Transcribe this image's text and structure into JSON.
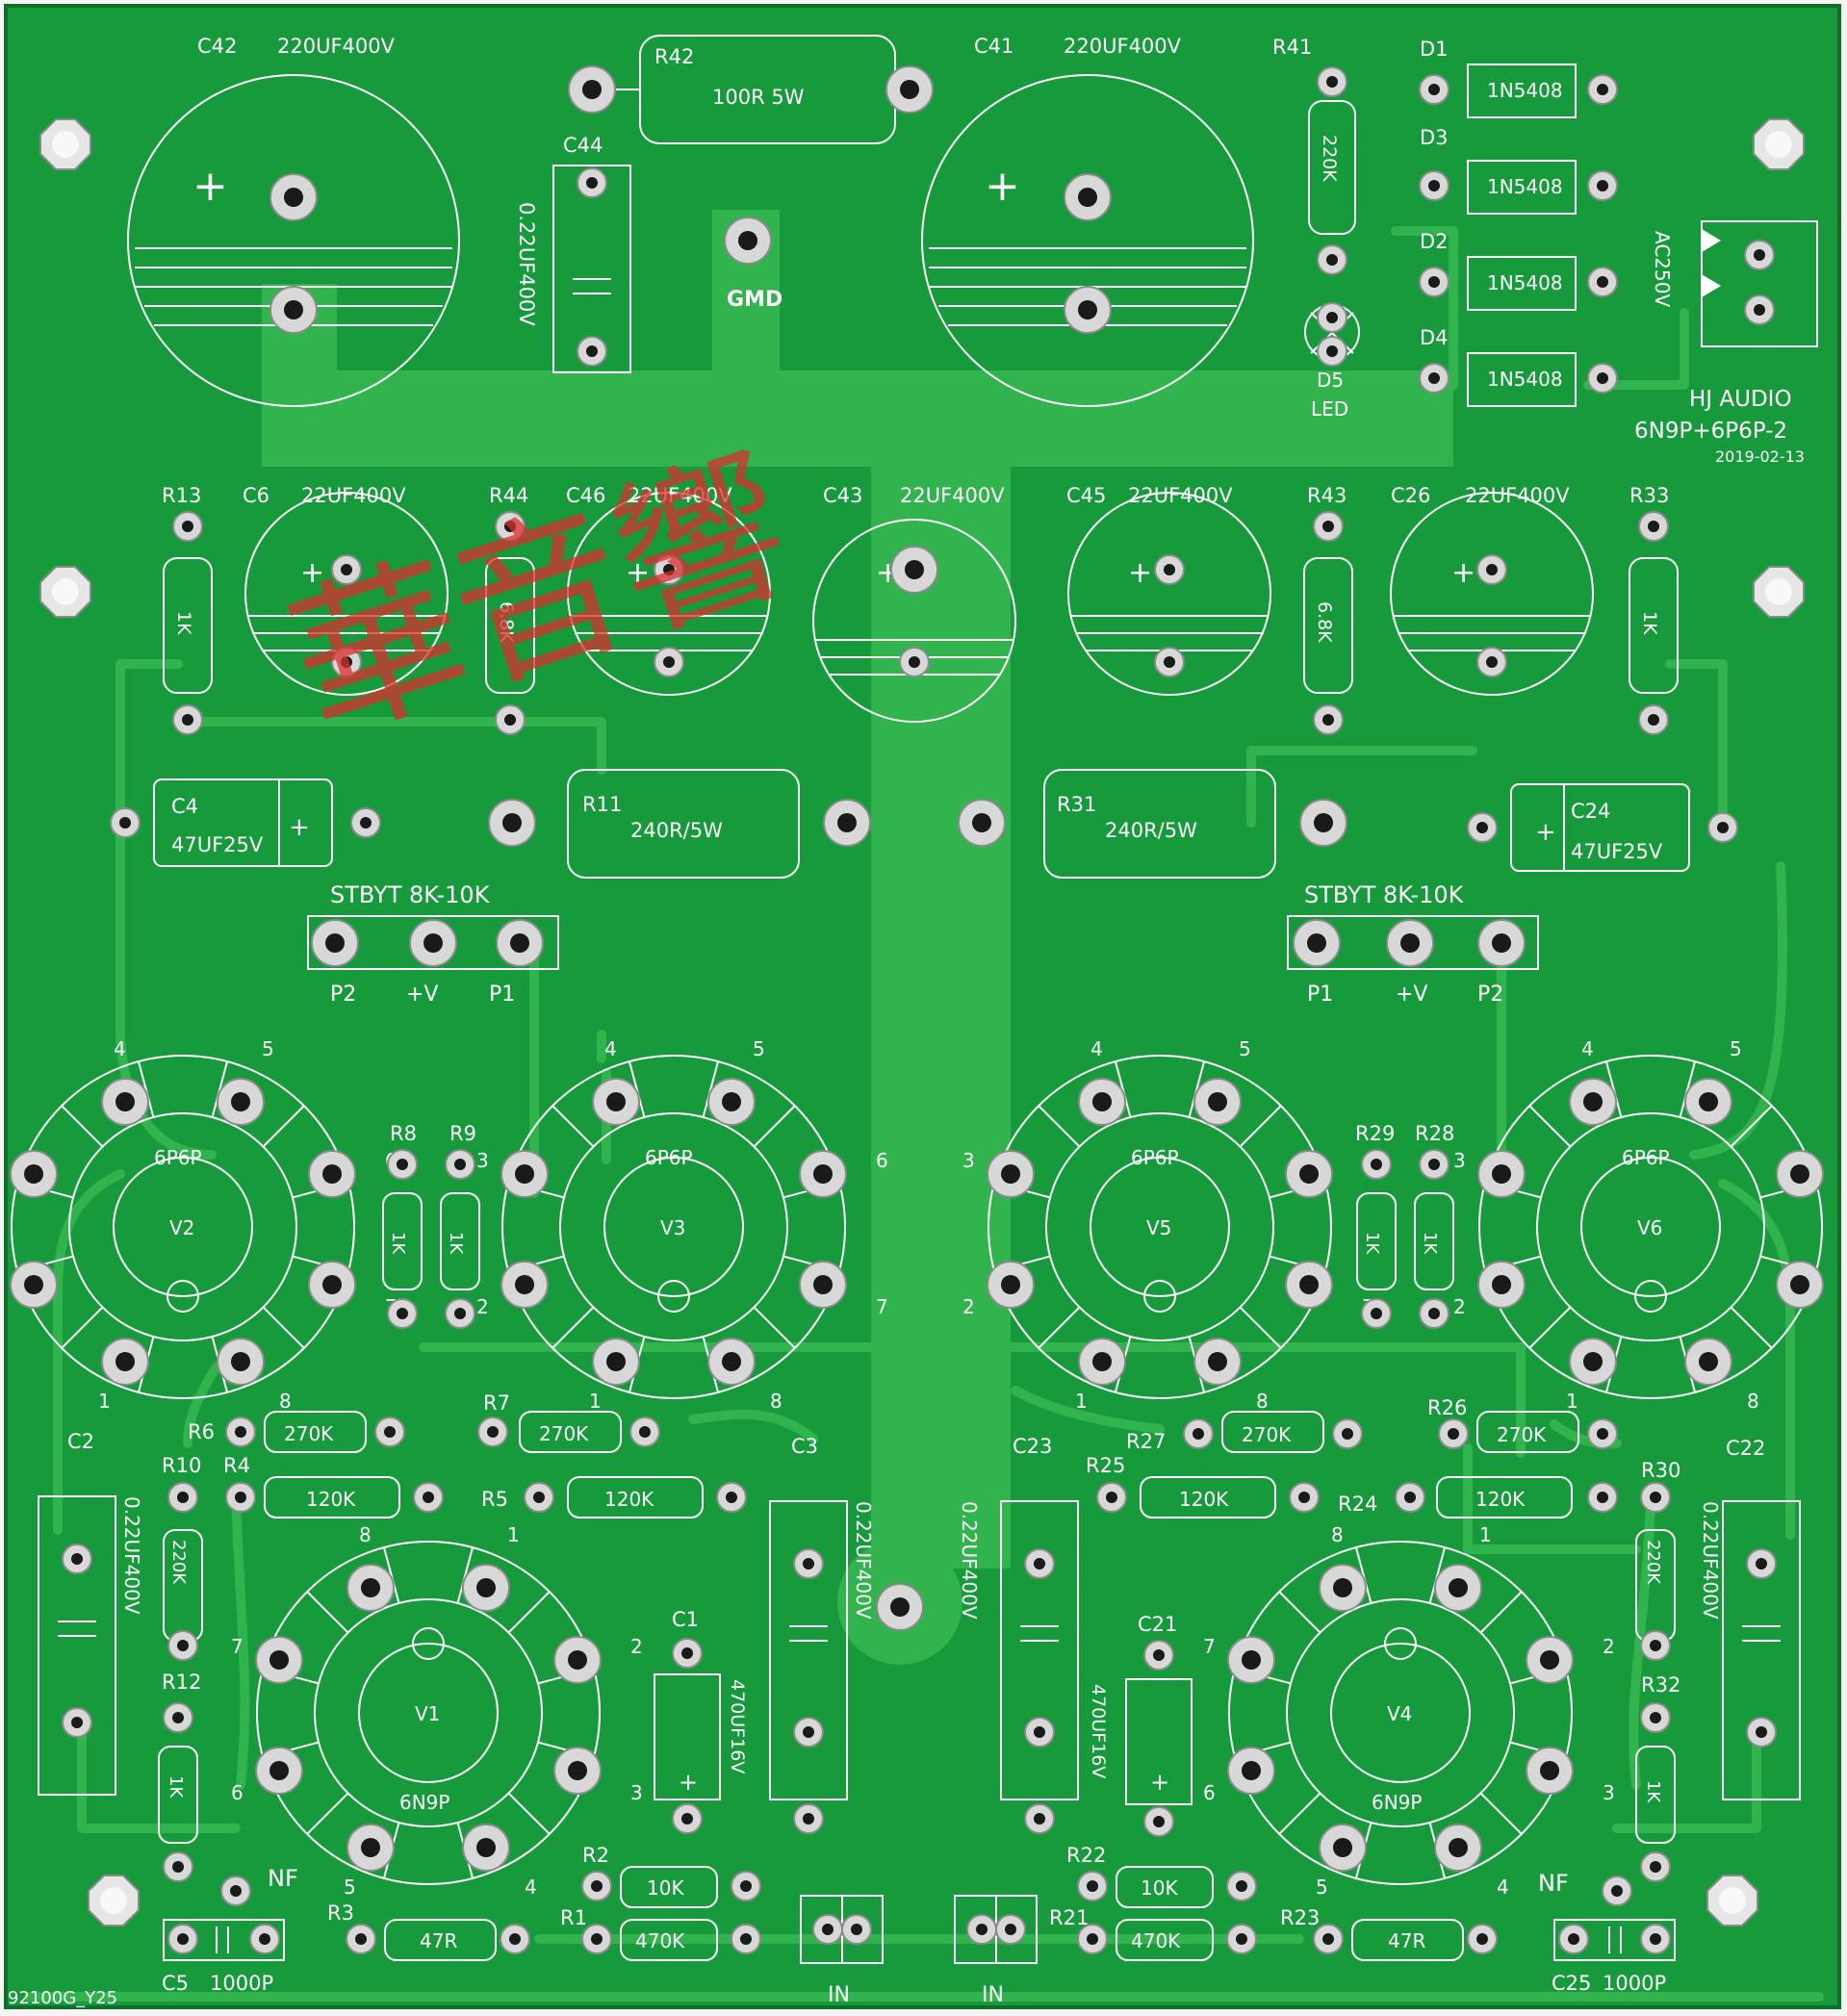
{
  "colors": {
    "board": "#169a3c",
    "trace": "#31b34e",
    "silk": "#ffffff",
    "pad": "#d8d8d8",
    "watermark": "#d8302e"
  },
  "board": {
    "title": "HJ AUDIO",
    "model": "6N9P+6P6P-2",
    "date": "2019-02-13",
    "code": "92100G_Y25",
    "gnd": "GMD",
    "ac": "AC250V",
    "watermark": "華音響"
  },
  "top": {
    "c42": "C42",
    "c42v": "220UF400V",
    "c41": "C41",
    "c41v": "220UF400V",
    "r42": "R42",
    "r42v": "100R 5W",
    "c44": "C44",
    "c44v": "0.22UF400V",
    "r41": "R41",
    "r41v": "220K",
    "d1": "D1",
    "d2": "D2",
    "d3": "D3",
    "d4": "D4",
    "diode": "1N5408",
    "d5": "D5",
    "led": "LED"
  },
  "mid": {
    "r13": "R13",
    "r13v": "1K",
    "c6": "C6",
    "c6v": "22UF400V",
    "r44": "R44",
    "r44v": "6.8K",
    "c46": "C46",
    "c46v": "22UF400V",
    "c43": "C43",
    "c43v": "22UF400V",
    "c45": "C45",
    "c45v": "22UF400V",
    "r43": "R43",
    "r43v": "6.8K",
    "c26": "C26",
    "c26v": "22UF400V",
    "r33": "R33",
    "r33v": "1K",
    "c4": "C4",
    "c4v": "47UF25V",
    "c24": "C24",
    "c24v": "47UF25V",
    "r11": "R11",
    "r11v": "240R/5W",
    "r31": "R31",
    "r31v": "240R/5W",
    "stby": "STBYT 8K-10K",
    "p1": "P1",
    "p2": "P2",
    "pv": "+V"
  },
  "tubes": {
    "v2": "V2",
    "v3": "V3",
    "v5": "V5",
    "v6": "V6",
    "v1": "V1",
    "v4": "V4",
    "power": "6P6P",
    "pre": "6N9P",
    "r8": "R8",
    "r9": "R9",
    "r29": "R29",
    "r28": "R28",
    "r1k": "1K"
  },
  "pins": [
    "1",
    "2",
    "3",
    "4",
    "5",
    "6",
    "7",
    "8"
  ],
  "bottom": {
    "c2": "C2",
    "c2v": "0.22UF400V",
    "r10": "R10",
    "r10v": "220K",
    "r4": "R4",
    "r6": "R6",
    "r6v": "270K",
    "r7": "R7",
    "r7v": "270K",
    "r4v": "120K",
    "r5": "R5",
    "r5v": "120K",
    "c3": "C3",
    "c3v": "0.22UF400V",
    "c23": "C23",
    "c23v": "0.22UF400V",
    "r27": "R27",
    "r27v": "270K",
    "r26": "R26",
    "r26v": "270K",
    "r25": "R25",
    "r25v": "120K",
    "r24": "R24",
    "r24v": "120K",
    "c22": "C22",
    "c22v": "0.22UF400V",
    "r30": "R30",
    "r30v": "220K",
    "r12": "R12",
    "r12v": "1K",
    "r32": "R32",
    "r32v": "1K",
    "c1": "C1",
    "c1v": "470UF16V",
    "c21": "C21",
    "c21v": "470UF16V",
    "nf": "NF",
    "r2": "R2",
    "r2v": "10K",
    "r1": "R1",
    "r1v": "470K",
    "r22": "R22",
    "r22v": "10K",
    "r21": "R21",
    "r21v": "470K",
    "r3": "R3",
    "r3v": "47R",
    "r23": "R23",
    "r23v": "47R",
    "c5": "C5",
    "c5v": "1000P",
    "c25": "C25",
    "c25v": "1000P",
    "in": "IN"
  }
}
